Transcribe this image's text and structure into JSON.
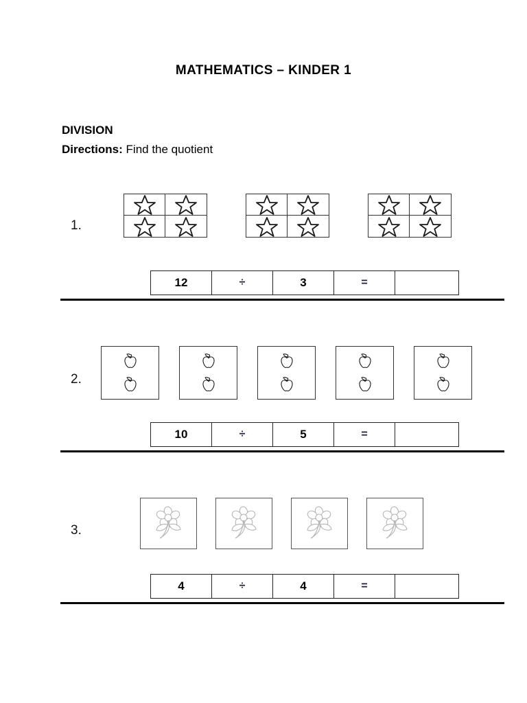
{
  "document": {
    "title": "MATHEMATICS – KINDER 1",
    "subject_heading": "DIVISION",
    "directions_label": "Directions:",
    "directions_text": "Find the quotient"
  },
  "symbols": {
    "divide": "÷",
    "equals": "=",
    "star": "star-icon",
    "apple": "apple-icon",
    "flower": "flower-icon"
  },
  "colors": {
    "ink": "#000000",
    "operator": "#1b1f3b",
    "box_border": "#333333",
    "flower_border": "#555555",
    "flower_line": "#b9b9b9",
    "separator": "#000000",
    "page_background": "#ffffff"
  },
  "problems": [
    {
      "number": "1.",
      "item_type": "star",
      "group_count": 3,
      "items_per_group": 4,
      "group_layout": "2x2",
      "total_items": 12,
      "equation": {
        "dividend": "12",
        "operator": "÷",
        "divisor": "3",
        "equals": "=",
        "answer": ""
      }
    },
    {
      "number": "2.",
      "item_type": "apple",
      "group_count": 5,
      "items_per_group": 2,
      "group_layout": "1x2",
      "total_items": 10,
      "equation": {
        "dividend": "10",
        "operator": "÷",
        "divisor": "5",
        "equals": "=",
        "answer": ""
      }
    },
    {
      "number": "3.",
      "item_type": "flower",
      "group_count": 4,
      "items_per_group": 1,
      "group_layout": "1x1",
      "total_items": 4,
      "equation": {
        "dividend": "4",
        "operator": "÷",
        "divisor": "4",
        "equals": "=",
        "answer": ""
      }
    }
  ]
}
